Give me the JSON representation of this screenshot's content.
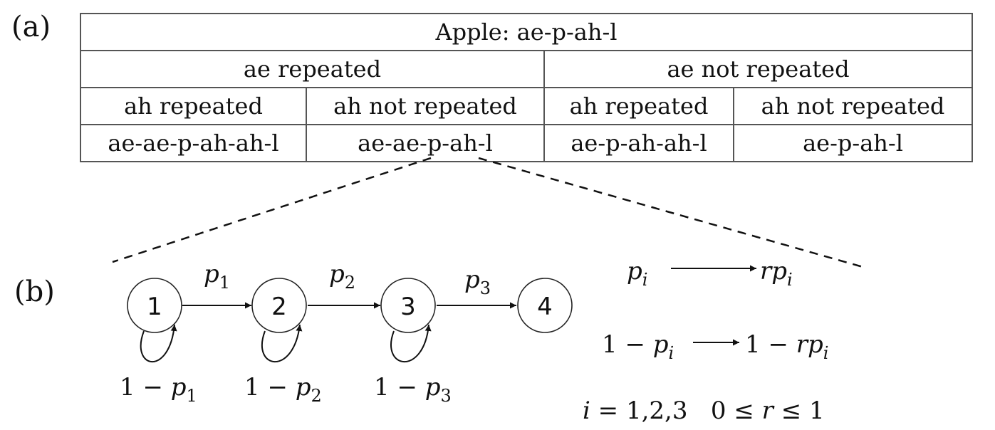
{
  "labels": {
    "a": "(a)",
    "b": "(b)"
  },
  "table": {
    "title": "Apple: ae-p-ah-l",
    "ae_repeated": "ae repeated",
    "ae_not_repeated": "ae not repeated",
    "sub_headers": [
      "ah repeated",
      "ah not repeated",
      "ah repeated",
      "ah not repeated"
    ],
    "cells": [
      "ae-ae-p-ah-ah-l",
      "ae-ae-p-ah-l",
      "ae-p-ah-ah-l",
      "ae-p-ah-l"
    ]
  },
  "diagram": {
    "nodes": [
      "1",
      "2",
      "3",
      "4"
    ],
    "edges": [
      {
        "from": "1",
        "to": "2",
        "label_var": "p",
        "label_sub": "1"
      },
      {
        "from": "2",
        "to": "3",
        "label_var": "p",
        "label_sub": "2"
      },
      {
        "from": "3",
        "to": "4",
        "label_var": "p",
        "label_sub": "3"
      }
    ],
    "self_loops": [
      {
        "node": "1",
        "label_prefix": "1 − ",
        "label_var": "p",
        "label_sub": "1"
      },
      {
        "node": "2",
        "label_prefix": "1 − ",
        "label_var": "p",
        "label_sub": "2"
      },
      {
        "node": "3",
        "label_prefix": "1 − ",
        "label_var": "p",
        "label_sub": "3"
      }
    ]
  },
  "rules": {
    "rule1_left_var": "p",
    "rule1_left_sub": "i",
    "rule1_right_var": "rp",
    "rule1_right_sub": "i",
    "rule2_left_prefix": "1 − ",
    "rule2_left_var": "p",
    "rule2_left_sub": "i",
    "rule2_right_prefix": "1 − ",
    "rule2_right_var": "rp",
    "rule2_right_sub": "i",
    "cond_var_i": "i",
    "cond_values": " = 1,2,3   0 ≤ ",
    "cond_var_r": "r",
    "cond_tail": " ≤ 1"
  }
}
